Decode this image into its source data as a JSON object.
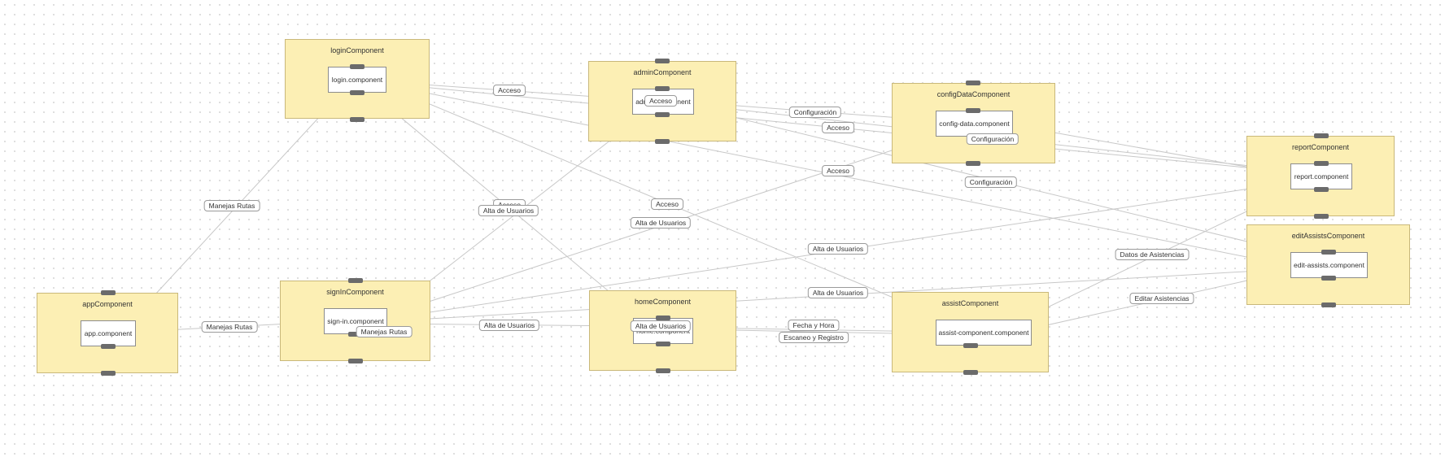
{
  "groups": {
    "login": {
      "title": "loginComponent",
      "node": "login.component"
    },
    "admin": {
      "title": "adminComponent",
      "node": "admin.component"
    },
    "configData": {
      "title": "configDataComponent",
      "node": "config-data.component"
    },
    "report": {
      "title": "reportComponent",
      "node": "report.component"
    },
    "editAssists": {
      "title": "editAssistsComponent",
      "node": "edit-assists.component"
    },
    "app": {
      "title": "appComponent",
      "node": "app.component"
    },
    "signIn": {
      "title": "signInComponent",
      "node": "sign-in.component"
    },
    "home": {
      "title": "homeComponent",
      "node": "home.component"
    },
    "assist": {
      "title": "assistComponent",
      "node": "assist-component.component"
    }
  },
  "edges": [
    {
      "label": "Acceso"
    },
    {
      "label": "Acceso"
    },
    {
      "label": "Configuración"
    },
    {
      "label": "Acceso"
    },
    {
      "label": "Configuración"
    },
    {
      "label": "Acceso"
    },
    {
      "label": "Configuración"
    },
    {
      "label": "Manejas Rutas"
    },
    {
      "label": "Acceso"
    },
    {
      "label": "Alta de Usuarios"
    },
    {
      "label": "Acceso"
    },
    {
      "label": "Alta de Usuarios"
    },
    {
      "label": "Alta de Usuarios"
    },
    {
      "label": "Datos de Asistencias"
    },
    {
      "label": "Alta de Usuarios"
    },
    {
      "label": "Editar Asistencias"
    },
    {
      "label": "Manejas Rutas"
    },
    {
      "label": "Manejas Rutas"
    },
    {
      "label": "Alta de Usuarios"
    },
    {
      "label": "Alta de Usuarios"
    },
    {
      "label": "Fecha y Hora"
    },
    {
      "label": "Escaneo y Registro"
    }
  ],
  "colors": {
    "group_fill": "#fcefb4",
    "group_border": "#c9b87a",
    "handle": "#6b6b6b",
    "edge": "#c8c8c8"
  }
}
